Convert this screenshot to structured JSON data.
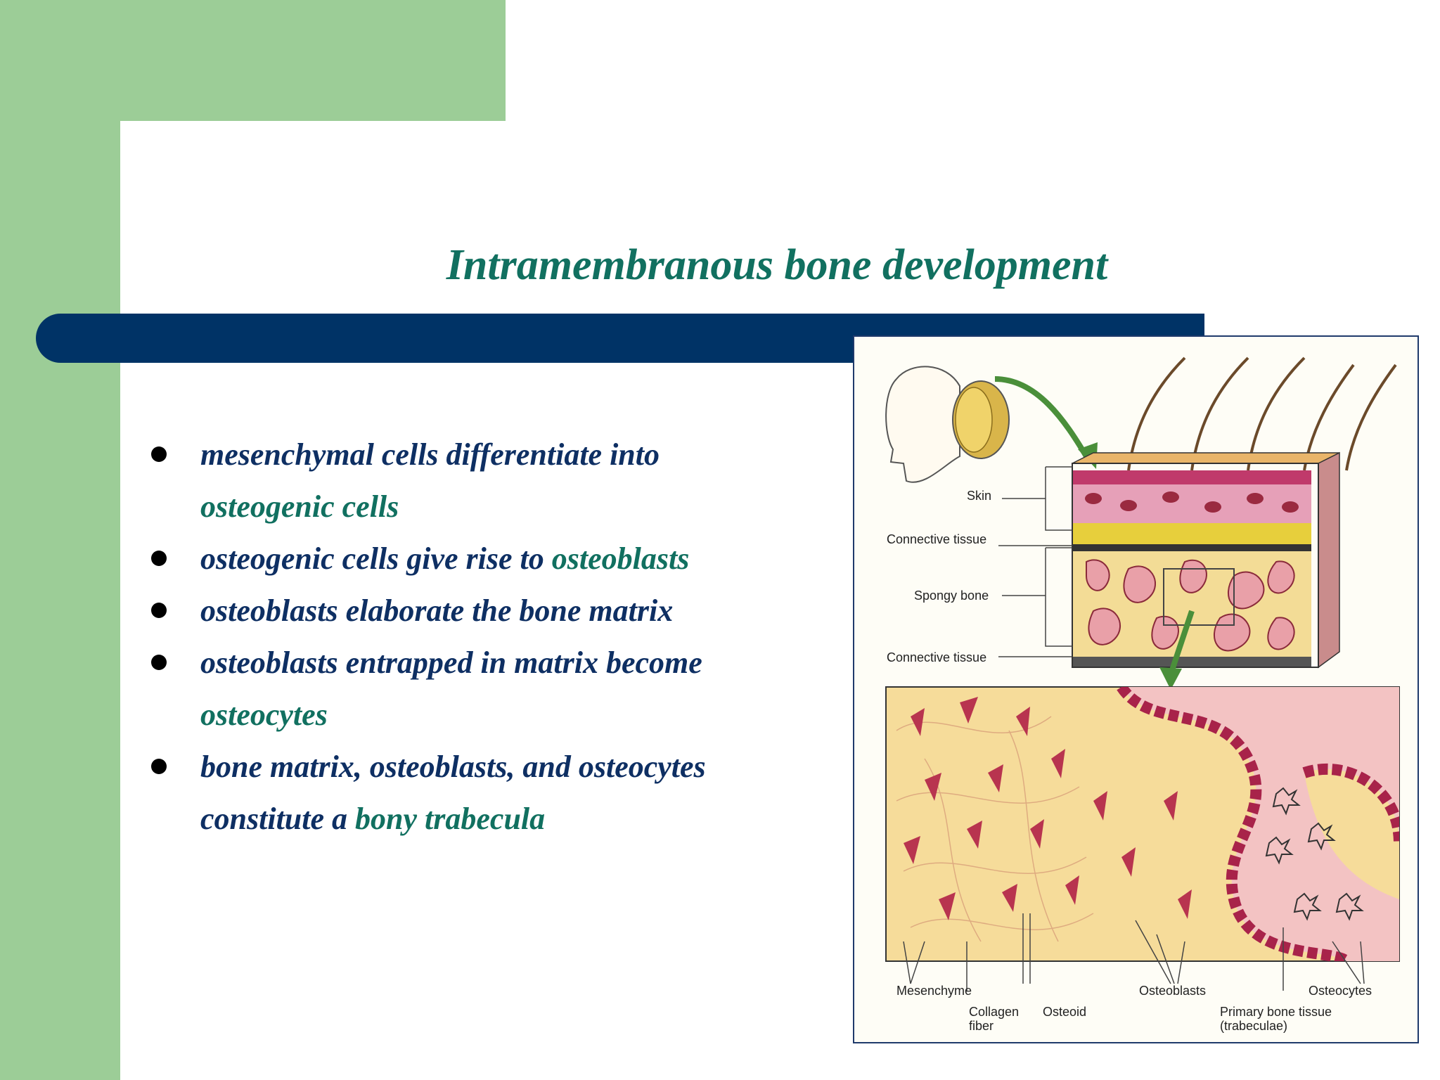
{
  "slide": {
    "title": "Intramembranous bone development",
    "bullets": [
      {
        "parts": [
          "mesenchymal cells differentiate into",
          "osteogenic cells"
        ]
      },
      {
        "parts": [
          "osteogenic cells give rise to ",
          "osteoblasts"
        ]
      },
      {
        "parts": [
          "osteoblasts elaborate the bone matrix"
        ]
      },
      {
        "parts": [
          "osteoblasts entrapped in matrix become",
          "osteocytes"
        ]
      },
      {
        "parts": [
          "bone matrix, osteoblasts, and osteocytes",
          "constitute a ",
          "bony trabecula"
        ]
      }
    ]
  },
  "figure": {
    "labels": {
      "skin": "Skin",
      "connective_top": "Connective tissue",
      "spongy": "Spongy bone",
      "connective_bottom": "Connective tissue",
      "mesenchyme": "Mesenchyme",
      "collagen": "Collagen",
      "fiber": "fiber",
      "osteoid": "Osteoid",
      "osteoblasts": "Osteoblasts",
      "primary": "Primary bone tissue",
      "trabeculae": "(trabeculae)",
      "osteocytes": "Osteocytes"
    }
  },
  "colors": {
    "green": "#9ccd97",
    "navy": "#003366",
    "teal": "#117060",
    "text": "#0e2f63"
  }
}
